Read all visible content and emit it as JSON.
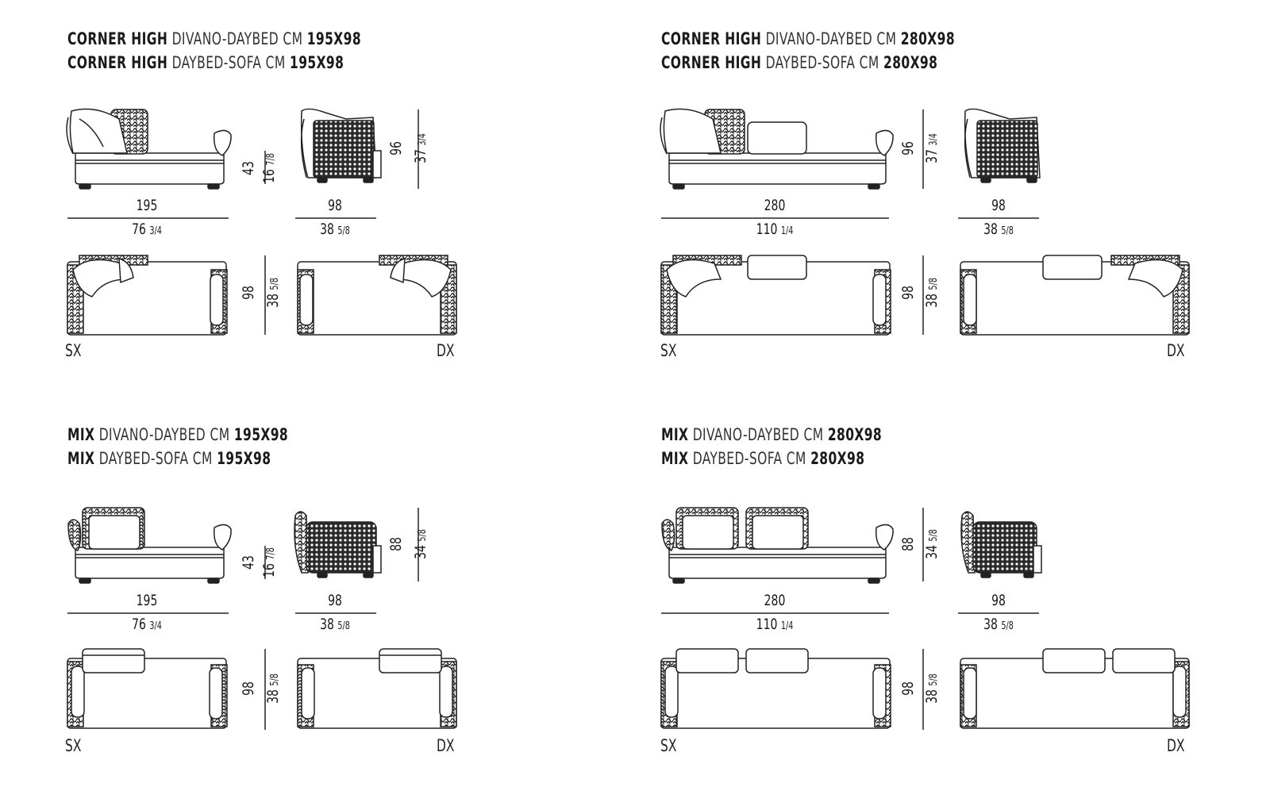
{
  "products": [
    {
      "line1": {
        "bold": "CORNER HIGH",
        "light": "DIVANO-DAYBED CM",
        "size": "195X98"
      },
      "line2": {
        "bold": "CORNER HIGH",
        "light": "DAYBED-SOFA CM",
        "size": "195X98"
      },
      "width_cm": "195",
      "width_in": "76",
      "width_in_frac": "3/4",
      "seat_cm": "43",
      "seat_in": "16",
      "seat_in_frac": "7/8",
      "depth_cm": "98",
      "depth_in": "38",
      "depth_in_frac": "5/8",
      "height_cm": "96",
      "height_in": "37",
      "height_in_frac": "3/4",
      "plan_cm": "98",
      "plan_in": "38",
      "plan_in_frac": "5/8",
      "left_label": "SX",
      "right_label": "DX"
    },
    {
      "line1": {
        "bold": "CORNER HIGH",
        "light": "DIVANO-DAYBED CM",
        "size": "280X98"
      },
      "line2": {
        "bold": "CORNER HIGH",
        "light": "DAYBED-SOFA CM",
        "size": "280X98"
      },
      "width_cm": "280",
      "width_in": "110",
      "width_in_frac": "1/4",
      "depth_cm": "98",
      "depth_in": "38",
      "depth_in_frac": "5/8",
      "height_cm": "96",
      "height_in": "37",
      "height_in_frac": "3/4",
      "plan_cm": "98",
      "plan_in": "38",
      "plan_in_frac": "5/8",
      "left_label": "SX",
      "right_label": "DX"
    },
    {
      "line1": {
        "bold": "MIX",
        "light": "DIVANO-DAYBED CM",
        "size": "195X98"
      },
      "line2": {
        "bold": "MIX",
        "light": "DAYBED-SOFA CM",
        "size": "195X98"
      },
      "width_cm": "195",
      "width_in": "76",
      "width_in_frac": "3/4",
      "seat_cm": "43",
      "seat_in": "16",
      "seat_in_frac": "7/8",
      "depth_cm": "98",
      "depth_in": "38",
      "depth_in_frac": "5/8",
      "height_cm": "88",
      "height_in": "34",
      "height_in_frac": "5/8",
      "plan_cm": "98",
      "plan_in": "38",
      "plan_in_frac": "5/8",
      "left_label": "SX",
      "right_label": "DX"
    },
    {
      "line1": {
        "bold": "MIX",
        "light": "DIVANO-DAYBED CM",
        "size": "280X98"
      },
      "line2": {
        "bold": "MIX",
        "light": "DAYBED-SOFA CM",
        "size": "280X98"
      },
      "width_cm": "280",
      "width_in": "110",
      "width_in_frac": "1/4",
      "depth_cm": "98",
      "depth_in": "38",
      "depth_in_frac": "5/8",
      "height_cm": "88",
      "height_in": "34",
      "height_in_frac": "5/8",
      "plan_cm": "98",
      "plan_in": "38",
      "plan_in_frac": "5/8",
      "left_label": "SX",
      "right_label": "DX"
    }
  ]
}
